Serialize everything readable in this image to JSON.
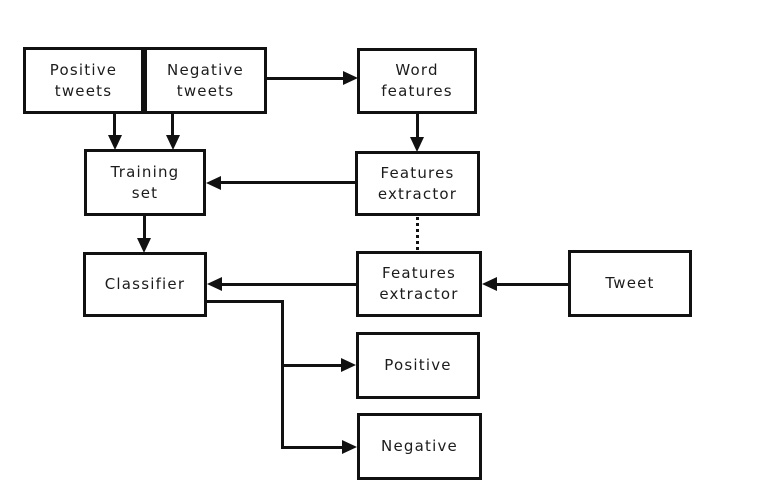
{
  "diagram": {
    "title": "tweet sentiment classification pipeline",
    "colors": {
      "line": "#111111",
      "text": "#1c1c1c",
      "background": "#ffffff",
      "box_fill": "#ffffff"
    },
    "nodes": {
      "positive_tweets": {
        "label": "Positive\ntweets"
      },
      "negative_tweets": {
        "label": "Negative\ntweets"
      },
      "word_features": {
        "label": "Word\nfeatures"
      },
      "training_set": {
        "label": "Training\nset"
      },
      "features_extractor_train": {
        "label": "Features\nextractor"
      },
      "classifier": {
        "label": "Classifier"
      },
      "features_extractor_predict": {
        "label": "Features\nextractor"
      },
      "tweet": {
        "label": "Tweet"
      },
      "positive": {
        "label": "Positive"
      },
      "negative": {
        "label": "Negative"
      }
    },
    "edges": [
      {
        "from": "negative_tweets",
        "to": "word_features",
        "style": "solid-arrow"
      },
      {
        "from": "positive_tweets",
        "to": "training_set",
        "style": "solid-arrow"
      },
      {
        "from": "negative_tweets",
        "to": "training_set",
        "style": "solid-arrow"
      },
      {
        "from": "word_features",
        "to": "features_extractor_train",
        "style": "solid-arrow"
      },
      {
        "from": "features_extractor_train",
        "to": "training_set",
        "style": "solid-arrow"
      },
      {
        "from": "features_extractor_train",
        "to": "features_extractor_predict",
        "style": "dotted"
      },
      {
        "from": "training_set",
        "to": "classifier",
        "style": "solid-arrow"
      },
      {
        "from": "features_extractor_predict",
        "to": "classifier",
        "style": "solid-arrow"
      },
      {
        "from": "tweet",
        "to": "features_extractor_predict",
        "style": "solid-arrow"
      },
      {
        "from": "classifier",
        "to": "positive",
        "style": "solid-arrow"
      },
      {
        "from": "classifier",
        "to": "negative",
        "style": "solid-arrow"
      }
    ]
  }
}
